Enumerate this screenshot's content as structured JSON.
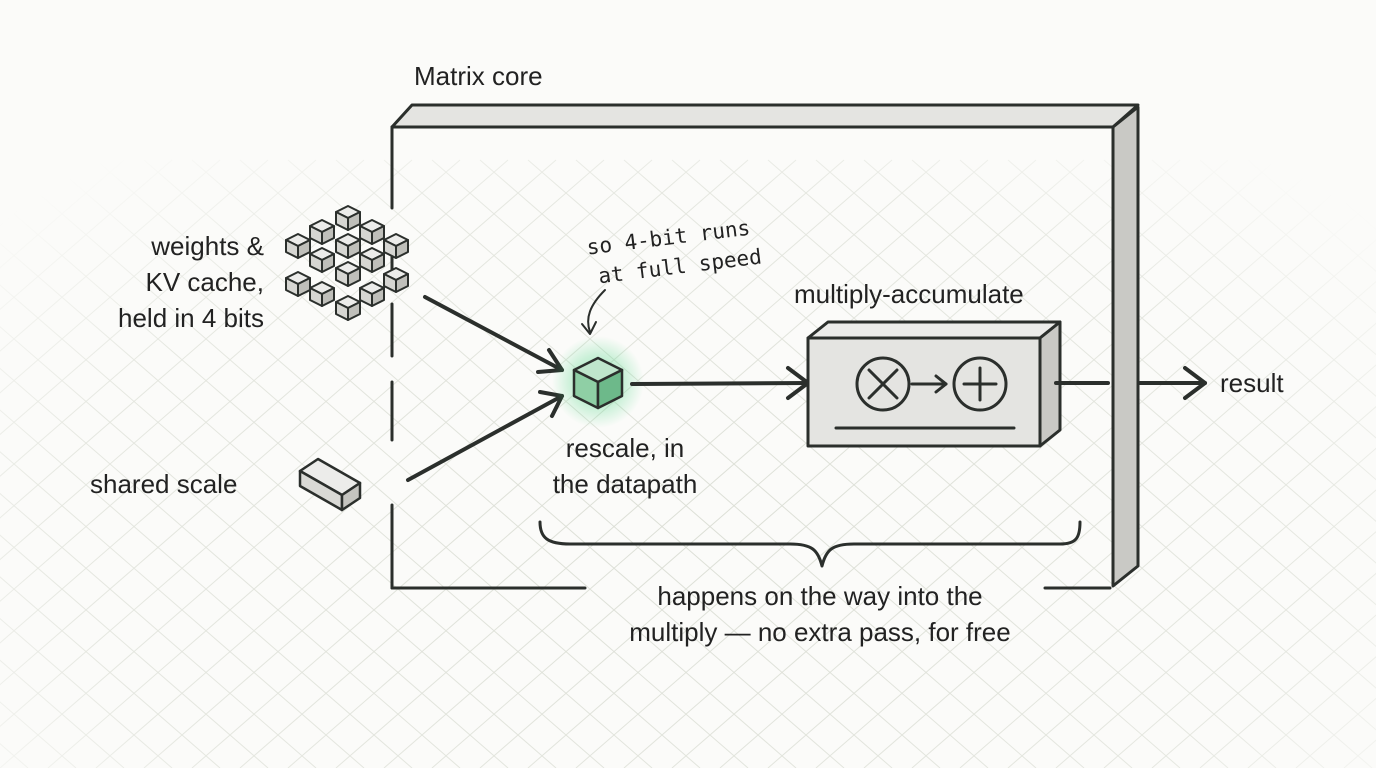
{
  "labels": {
    "container_title": "Matrix core",
    "weights_line1": "weights &",
    "weights_line2": "KV cache,",
    "weights_line3": "held in 4 bits",
    "shared_scale": "shared scale",
    "rescale_line1": "rescale, in",
    "rescale_line2": "the datapath",
    "note_line1": "so 4-bit runs",
    "note_line2": "at full speed",
    "mac_title": "multiply-accumulate",
    "result": "result",
    "footer_line1": "happens on the way into the",
    "footer_line2": "multiply — no extra pass, for free"
  },
  "colors": {
    "ink": "#2b2f2c",
    "box_fill": "#e4e4e1",
    "box_side": "#c9c9c5",
    "highlight": "#3fd27a",
    "grid": "#dcdfd6"
  },
  "icons": {
    "multiply": "circled-times-icon",
    "add": "circled-plus-icon",
    "rescale": "cube-icon",
    "weights": "cube-cluster-icon",
    "scale": "block-icon"
  }
}
